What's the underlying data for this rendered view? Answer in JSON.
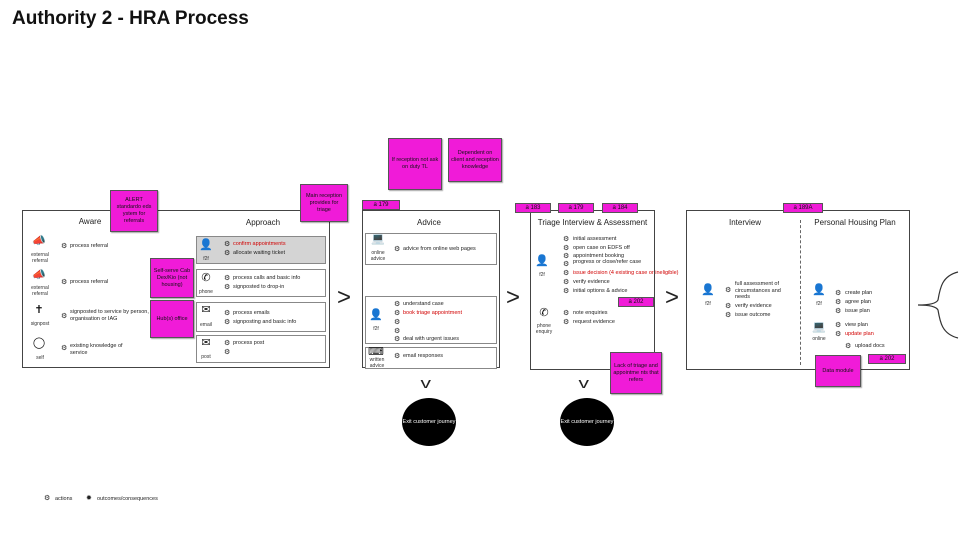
{
  "title": "Authority 2 - HRA Process",
  "legend": {
    "actions": "actions",
    "outcomes": "outcomes/consequences"
  },
  "panels": {
    "aware": {
      "title": "Aware",
      "rows": [
        {
          "channel": "external referral",
          "items": [
            "process referral"
          ]
        },
        {
          "channel": "external referral",
          "items": [
            "process referral"
          ]
        },
        {
          "channel": "signpost",
          "items": [
            "signposted to service by person, organisation or IAG"
          ]
        },
        {
          "channel": "self",
          "items": [
            "existing knowledge of service"
          ]
        }
      ]
    },
    "approach": {
      "title": "Approach",
      "rows": [
        {
          "channel": "f2f",
          "items": [
            "confirm appointments",
            "allocate waiting ticket"
          ]
        },
        {
          "channel": "phone",
          "items": [
            "process calls and basic info",
            "signposted to drop-in"
          ]
        },
        {
          "channel": "email",
          "items": [
            "process emails",
            "signposting and basic info"
          ]
        },
        {
          "channel": "post",
          "items": [
            "process post",
            ""
          ]
        }
      ]
    },
    "advice": {
      "title": "Advice",
      "rows": [
        {
          "channel": "online advice",
          "items": [
            "advice from online web pages"
          ]
        },
        {
          "channel": "f2f",
          "items": [
            "understand case",
            "book triage appointment",
            "",
            "deal with urgent issues"
          ]
        },
        {
          "channel": "written advice",
          "items": [
            "email responses"
          ]
        }
      ]
    },
    "triage": {
      "title": "Triage Interview & Assessment",
      "f2f_channel": "f2f",
      "items": [
        "initial assessment",
        "open case on EDFS off",
        "appointment booking",
        "progress or close/refer case",
        "issue decision (4 existing case or ineligible)",
        "verify evidence",
        "initial options & advice"
      ],
      "phone_channel": "phone enquiry",
      "phone_items": [
        "note enquiries",
        "request evidence"
      ]
    },
    "interview": {
      "title": "Interview",
      "channel": "f2f",
      "items": [
        "full assessment of circumstances and needs",
        "verify evidence",
        "issue outcome"
      ]
    },
    "php": {
      "title": "Personal Housing Plan",
      "channel": "f2f",
      "items": [
        "create plan",
        "agree plan",
        "issue plan"
      ],
      "online_channel": "online",
      "online_items": [
        "view plan",
        "update plan",
        "upload docs"
      ]
    }
  },
  "stickies": {
    "alert": "ALERT standardo eds ystem for referrals",
    "self_serve": "Self-serve Cab Dex/Kio (not housing)",
    "hub_office": "Hub(s) office",
    "main_reception": "Main reception provides for triage",
    "reception_dut": "If reception not ask on duty TL",
    "dependent": "Dependent on client and reception knowledge",
    "lack_triage": "Lack of triage and appointme nts that refers",
    "data_module": "Data module"
  },
  "tags": {
    "approach": "a 179",
    "advice_a": "a 183",
    "triage_a": "a 179",
    "triage_b": "a 184",
    "triage_c": "a 202",
    "interview": "a 189A",
    "php": "a 202"
  },
  "exits": {
    "advice": "Exit customer journey",
    "triage": "Exit customer journey"
  },
  "colors": {
    "sticky": "#f01bd8",
    "grey_row": "#d4d4d4",
    "alert_text": "#d10000"
  }
}
